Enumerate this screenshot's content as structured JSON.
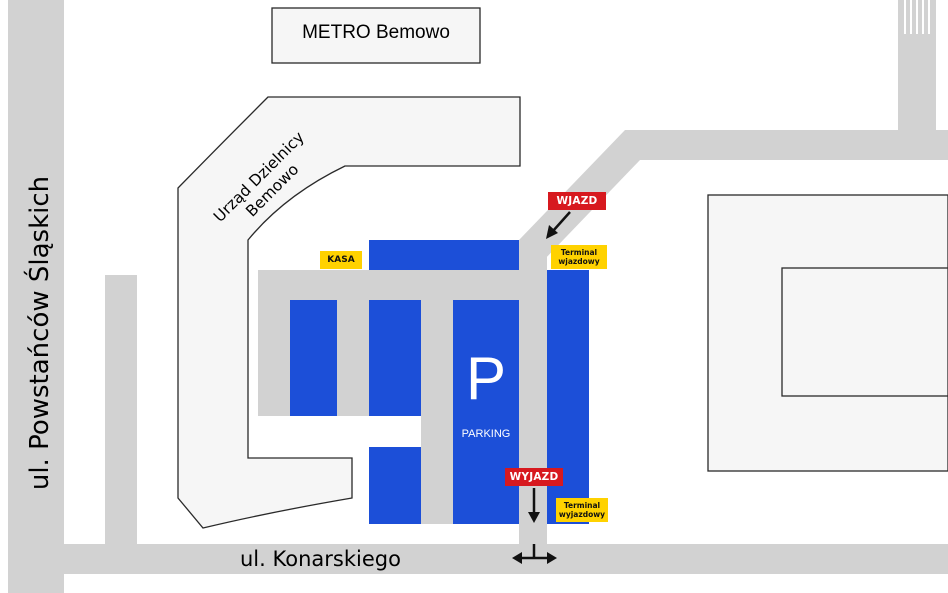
{
  "labels": {
    "metro_store": "METRO Bemowo",
    "district_office_line1": "Urząd Dzielnicy",
    "district_office_line2": "Bemowo",
    "street_west": "ul. Powstańców Śląskich",
    "street_south": "ul. Konarskiego",
    "parking_symbol": "P",
    "parking_text": "PARKING"
  },
  "badges": {
    "cashier": "KASA",
    "entrance": "WJAZD",
    "exit": "WYJAZD",
    "entry_terminal_line1": "Terminal",
    "entry_terminal_line2": "wjazdowy",
    "exit_terminal_line1": "Terminal",
    "exit_terminal_line2": "wyjazdowy"
  },
  "colors": {
    "road": "#d2d2d2",
    "parking": "#1c4fd8",
    "building_fill": "#f6f6f6",
    "building_stroke": "#2a2a2a",
    "sign_red": "#d7191f",
    "sign_yellow": "#ffd200"
  },
  "icons": {
    "entrance_arrow": "arrow-down-left-icon",
    "exit_arrow": "arrow-down-icon",
    "turn_arrow": "arrow-left-right-icon",
    "road_marking": "striped-crossing"
  }
}
